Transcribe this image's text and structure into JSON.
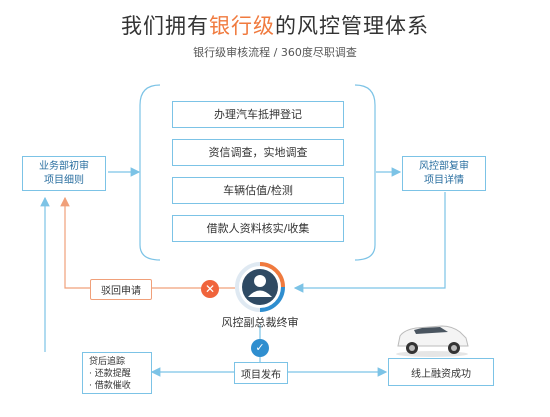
{
  "header": {
    "title_prefix": "我们拥有",
    "title_highlight": "银行级",
    "title_suffix": "的风控管理体系",
    "subtitle": "银行级审核流程 / 360度尽职调查"
  },
  "steps": [
    {
      "label": "办理汽车抵押登记"
    },
    {
      "label": "资信调查，实地调查"
    },
    {
      "label": "车辆估值/检测"
    },
    {
      "label": "借款人资料核实/收集"
    }
  ],
  "nodes": {
    "business_review": {
      "line1": "业务部初审",
      "line2": "项目细则"
    },
    "risk_review": {
      "line1": "风控部复审",
      "line2": "项目详情"
    },
    "final_review": "风控副总裁终审",
    "reject": "驳回申请",
    "publish": "项目发布",
    "success": "线上融资成功",
    "post_loan": {
      "line1": "贷后追踪",
      "line2": "· 还款提醒",
      "line3": "· 借款催收"
    }
  },
  "colors": {
    "accent": "#f07a3e",
    "line_blue": "#7cc3e6",
    "text_blue": "#2a6fa0",
    "reject_orange": "#f0643c",
    "approve_blue": "#2f8ecf"
  },
  "icons": [
    "person-icon",
    "reject-x-icon",
    "approve-check-icon",
    "car-image"
  ]
}
